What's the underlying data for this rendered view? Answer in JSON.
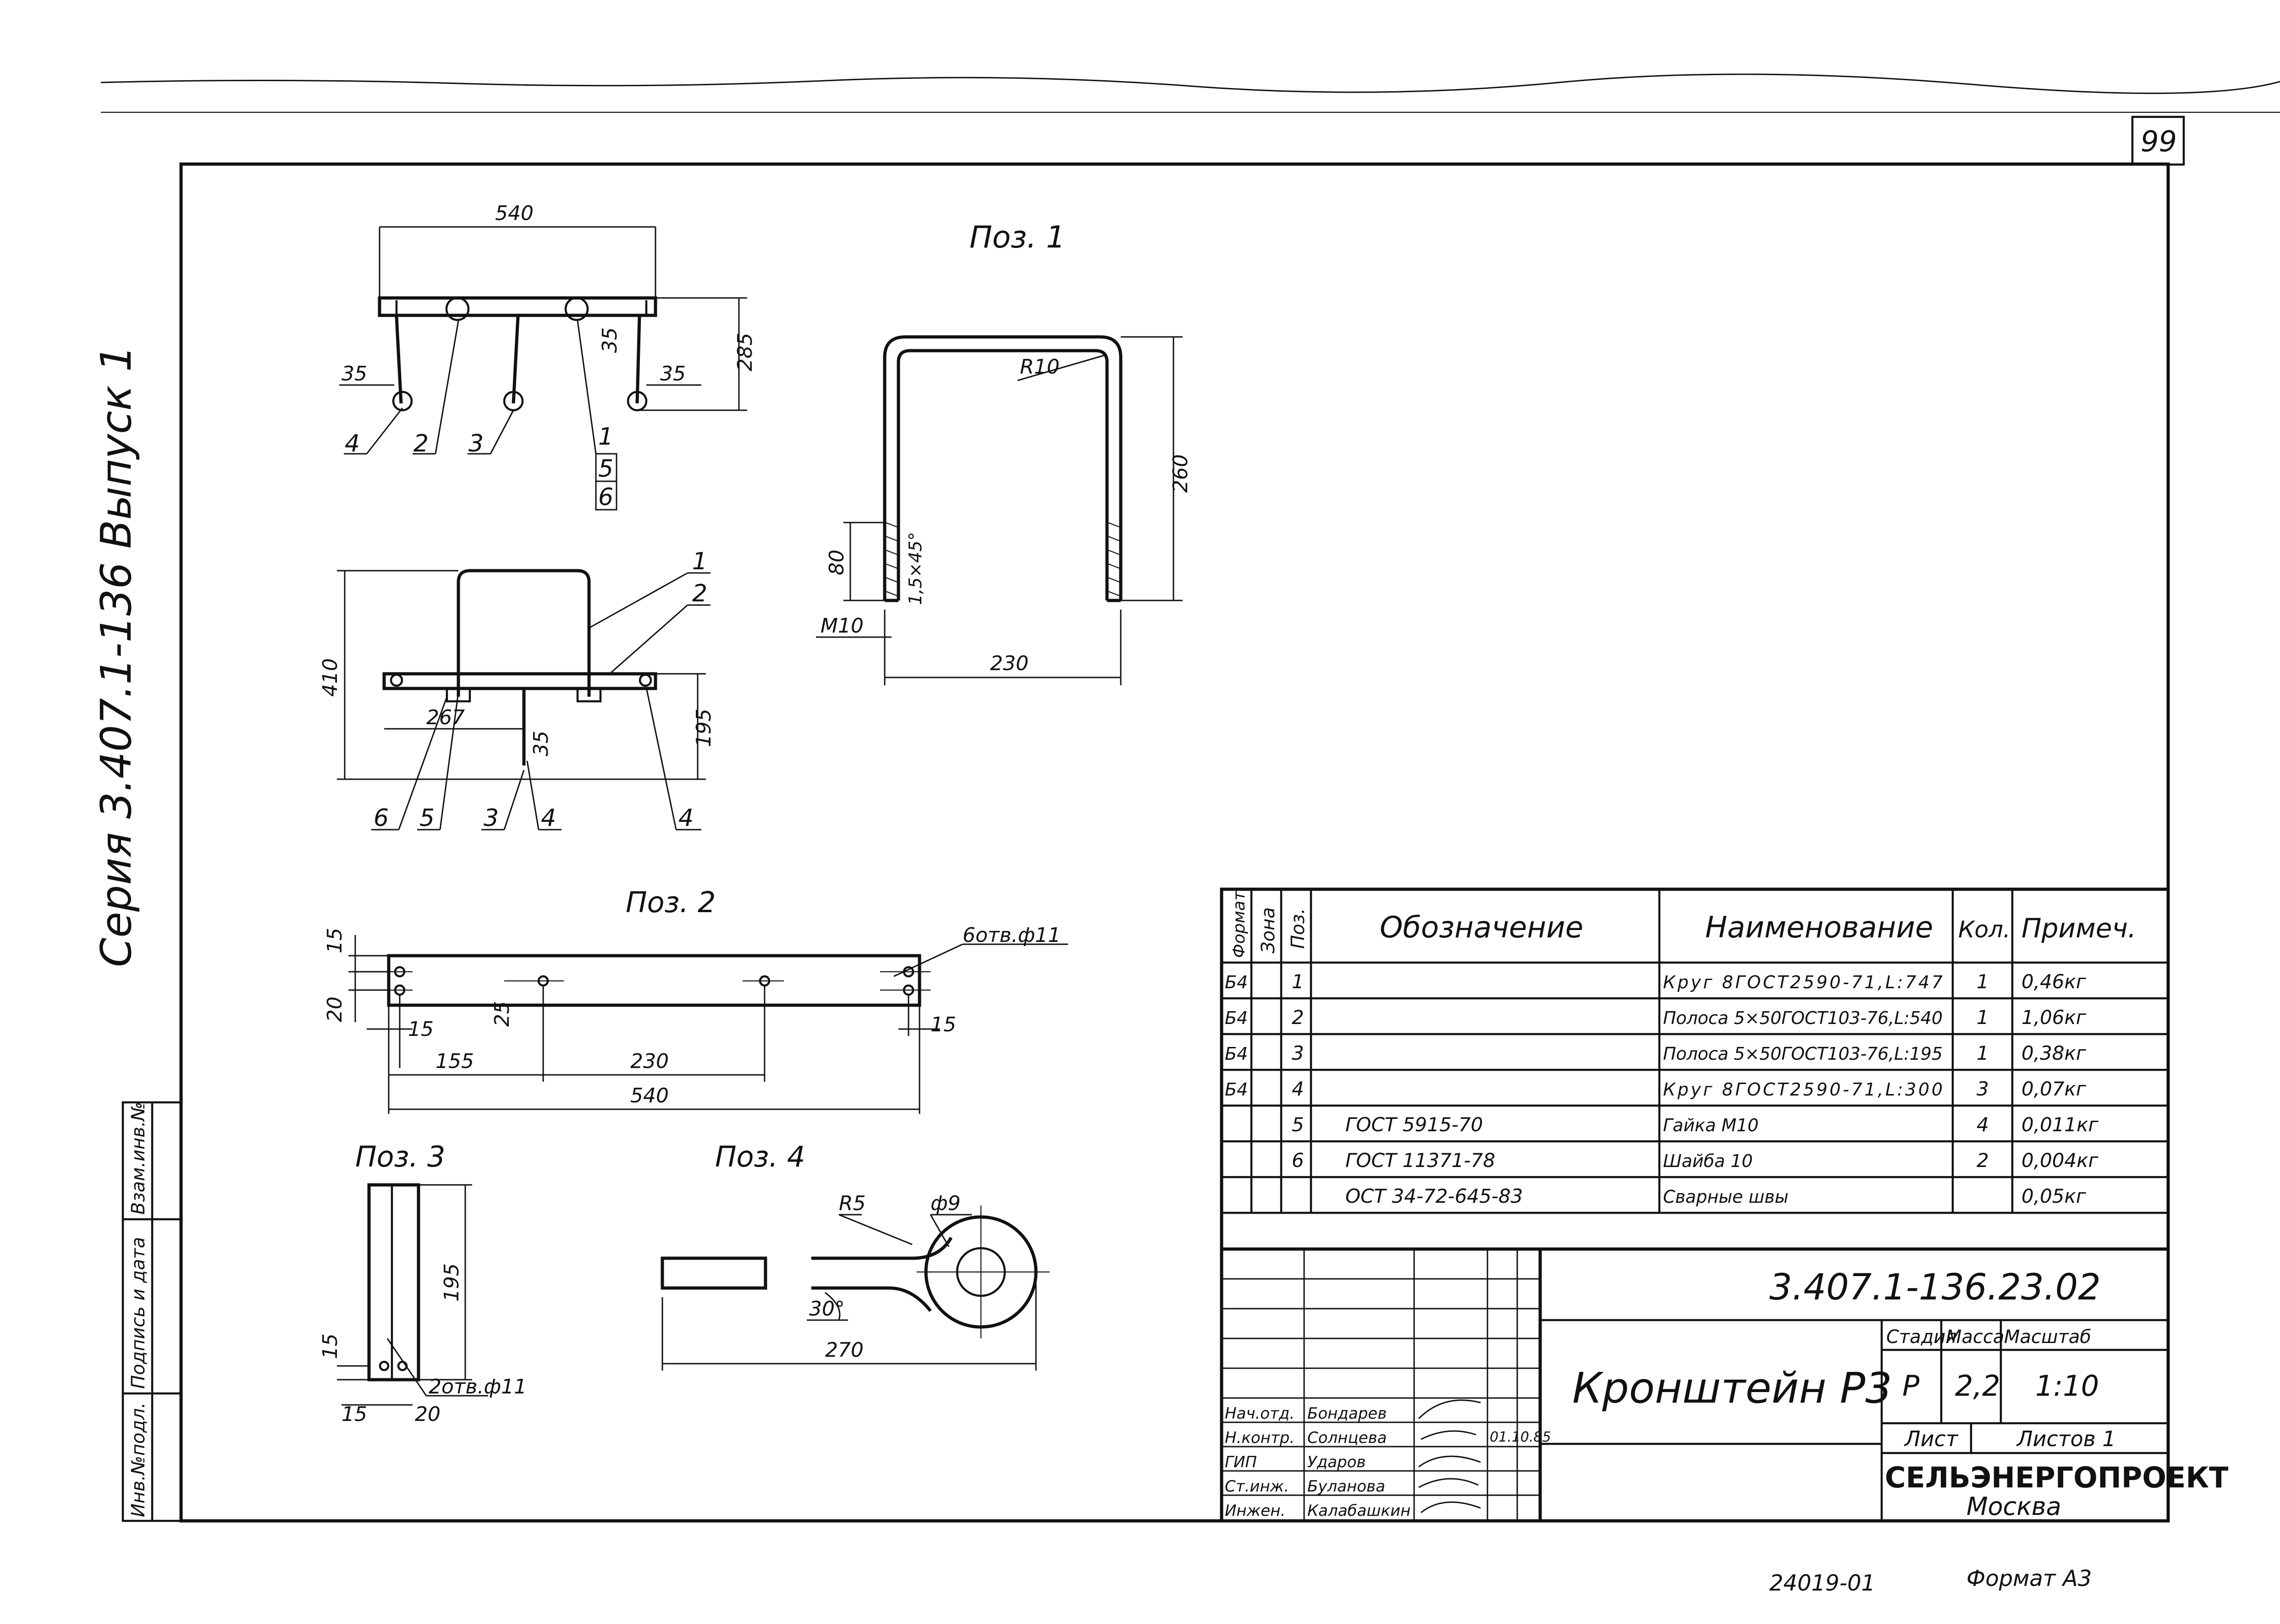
{
  "page_number": "99",
  "series_label": "Серия 3.407.1-136 Выпуск 1",
  "bottom_codes": {
    "order": "24019-01",
    "format": "Формат А3"
  },
  "left_stamp": [
    "Инв.№подл.",
    "Подпись и дата",
    "Взам.инв.№"
  ],
  "assembly": {
    "top_view": {
      "width_540": "540",
      "d35a": "35",
      "d35b": "35",
      "d35c": "35",
      "d285": "285",
      "callouts": [
        "4",
        "2",
        "3",
        "1",
        "5",
        "6"
      ]
    },
    "side_view": {
      "d410": "410",
      "d267": "267",
      "d35": "35",
      "d195": "195",
      "callouts": [
        "1",
        "2",
        "6",
        "5",
        "3",
        "4",
        "4"
      ]
    }
  },
  "pos1": {
    "title": "Поз. 1",
    "r": "R10",
    "d260": "260",
    "d80": "80",
    "chamfer": "1,5×45°",
    "m10": "M10",
    "d230": "230"
  },
  "pos2": {
    "title": "Поз. 2",
    "holes": "6отв.ф11",
    "d15a": "15",
    "d20": "20",
    "d15b": "15",
    "d25": "25",
    "d15c": "15",
    "d155": "155",
    "d230": "230",
    "d540": "540"
  },
  "pos3": {
    "title": "Поз. 3",
    "d195": "195",
    "d15a": "15",
    "d15b": "15",
    "d20": "20",
    "holes": "2отв.ф11"
  },
  "pos4": {
    "title": "Поз. 4",
    "r5": "R5",
    "d9": "ф9",
    "angle": "30°",
    "d270": "270"
  },
  "spec": {
    "headers": {
      "format": "Формат",
      "zone": "Зона",
      "pos": "Поз.",
      "designation": "Обозначение",
      "name": "Наименование",
      "qty": "Кол.",
      "note": "Примеч."
    },
    "rows": [
      {
        "format": "Б4",
        "pos": "1",
        "designation": "",
        "name": "Круг 8ГОСТ2590-71,L:747",
        "qty": "1",
        "note": "0,46кг"
      },
      {
        "format": "Б4",
        "pos": "2",
        "designation": "",
        "name": "Полоса 5×50ГОСТ103-76,L:540",
        "qty": "1",
        "note": "1,06кг"
      },
      {
        "format": "Б4",
        "pos": "3",
        "designation": "",
        "name": "Полоса 5×50ГОСТ103-76,L:195",
        "qty": "1",
        "note": "0,38кг"
      },
      {
        "format": "Б4",
        "pos": "4",
        "designation": "",
        "name": "Круг 8ГОСТ2590-71,L:300",
        "qty": "3",
        "note": "0,07кг"
      },
      {
        "format": "",
        "pos": "5",
        "designation": "ГОСТ 5915-70",
        "name": "Гайка М10",
        "qty": "4",
        "note": "0,011кг"
      },
      {
        "format": "",
        "pos": "6",
        "designation": "ГОСТ 11371-78",
        "name": "Шайба 10",
        "qty": "2",
        "note": "0,004кг"
      },
      {
        "format": "",
        "pos": "",
        "designation": "ОСТ 34-72-645-83",
        "name": "Сварные швы",
        "qty": "",
        "note": "0,05кг"
      }
    ]
  },
  "title_block": {
    "doc_number": "3.407.1-136.23.02",
    "title": "Кронштейн Р3",
    "stage_label": "Стадия",
    "stage": "Р",
    "mass_label": "Масса",
    "mass": "2,2",
    "scale_label": "Масштаб",
    "scale": "1:10",
    "sheet_label": "Лист",
    "sheets_label": "Листов 1",
    "firm": "СЕЛЬЭНЕРГОПРОЕКТ",
    "city": "Москва",
    "date": "01.10.85",
    "staff": [
      {
        "role": "Нач.отд.",
        "name": "Бондарев"
      },
      {
        "role": "Н.контр.",
        "name": "Солнцева"
      },
      {
        "role": "ГИП",
        "name": "Ударов"
      },
      {
        "role": "Ст.инж.",
        "name": "Буланова"
      },
      {
        "role": "Инжен.",
        "name": "Калабашкин"
      }
    ]
  }
}
